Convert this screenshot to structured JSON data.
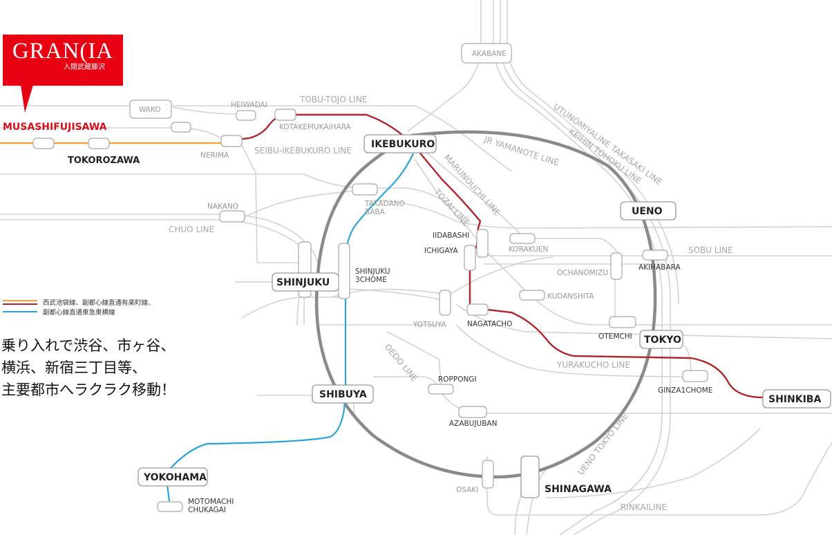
{
  "logo": {
    "brand": "GRAN(IA",
    "sub": "入間武蔵藤沢"
  },
  "colors": {
    "red": "#b0242a",
    "blue": "#2aa3d8",
    "orange": "#f2a53a",
    "yamanote": "#8a8a8a",
    "grey_line": "#d2d2d2"
  },
  "home_station": {
    "label": "MUSASHIFUJISAWA"
  },
  "lines": {
    "tobu_tojo": "TOBU-TOJO LINE",
    "seibu_ikebukuro": "SEIBU-IKEBUKURO LINE",
    "chuo": "CHUO LINE",
    "jr_yamanote": "JR YAMANOTE LINE",
    "marunouchi": "MARUNOUCHI LINE",
    "tozai": "TOZAI LINE",
    "utsunomiya": "UTUNOMIYALINE TAKASAKI LINE",
    "keihin_tohoku": "KEIHIN TOHOKU LINE",
    "sobu": "SOBU LINE",
    "yurakucho": "YURAKUCHO LINE",
    "oedo": "OEDO LINE",
    "ueno_tokyo": "UENO TOKYO LINE",
    "rinkai": "RINKAILINE"
  },
  "stations": {
    "akabane": "AKABANE",
    "wako": "WAKO",
    "heiwadai": "HEIWADAI",
    "kotakemukaihara": "KOTAKEMUKAIHARA",
    "nerima": "NERIMA",
    "tokorozawa": "TOKOROZAWA",
    "ikebukuro": "IKEBUKURO",
    "takadanobaba": "TAKADANO\nBABA",
    "takadanobaba_1": "TAKADANO",
    "takadanobaba_2": "BABA",
    "nakano": "NAKANO",
    "ueno": "UENO",
    "iidabashi": "IIDABASHI",
    "ichigaya": "ICHIGAYA",
    "korakuen": "KORAKUEN",
    "ochanomizu": "OCHANOMIZU",
    "akihabara": "AKIHABARA",
    "shinjuku": "SHINJUKU",
    "shinjuku3_1": "SHINJUKU",
    "shinjuku3_2": "3CHOME",
    "kudanshita": "KUDANSHITA",
    "yotsuya": "YOTSUYA",
    "nagatacho": "NAGATACHO",
    "otemchi": "OTEMCHI",
    "tokyo": "TOKYO",
    "ginza1": "GINZA1CHOME",
    "shinkiba": "SHINKIBA",
    "roppongi": "ROPPONGI",
    "azabujuban": "AZABUJUBAN",
    "shibuya": "SHIBUYA",
    "yokohama": "YOKOHAMA",
    "motomachi_1": "MOTOMACHI",
    "motomachi_2": "CHUKAGAI",
    "osaki": "OSAKI",
    "shinagawa": "SHINAGAWA"
  },
  "legend": [
    {
      "text": "西武池袋線、副都心線直通有楽町線、"
    },
    {
      "text": "副都心線直通東急東横線"
    }
  ],
  "slogan": [
    "乗り入れで渋谷、市ヶ谷、",
    "横浜、新宿三丁目等、",
    "主要都市へラクラク移動！"
  ]
}
